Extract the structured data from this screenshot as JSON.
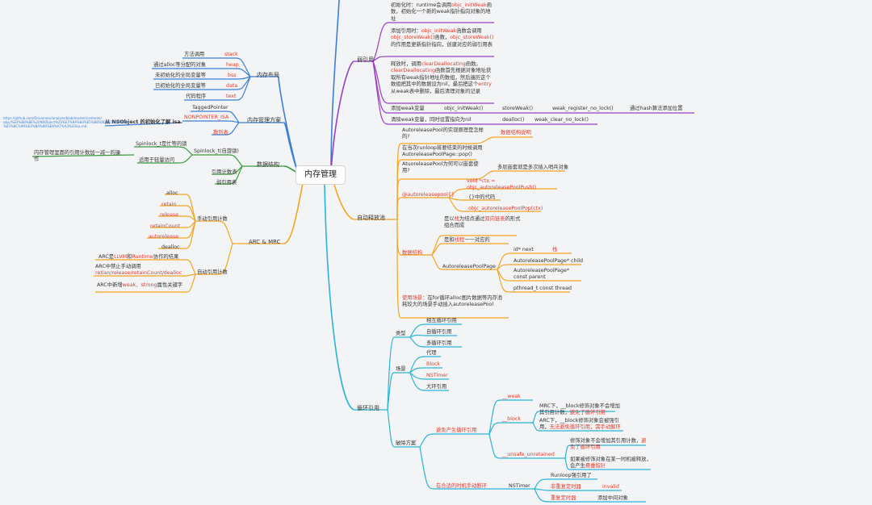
{
  "colors": {
    "purple": "#9b3fc4",
    "orange": "#f2a521",
    "cyan": "#2bb3d6",
    "blue": "#3c7fd4",
    "green": "#3b9a3d",
    "red": "#e23c2c",
    "root_border": "#d6d6d6"
  },
  "root": "内存管理",
  "left": {
    "layout": {
      "label": "内存布局",
      "items": [
        {
          "desc": "方法调用",
          "name": "stack"
        },
        {
          "desc": "通过alloc等分配的对象",
          "name": "heap"
        },
        {
          "desc": "未初始化的全局变量等",
          "name": "bss"
        },
        {
          "desc": "已初始化的全局变量等",
          "name": "data"
        },
        {
          "desc": "代码程序",
          "name": "text"
        }
      ]
    },
    "scheme": {
      "label": "内存管理方案",
      "tagged": "TaggedPointer",
      "nonpointer": "NONPOINTER_ISA",
      "hash": "散列表",
      "isa_note": "从 NSObject 的初始化了解 isa",
      "isa_link_lines": [
        "https://github.com/Draveness/analyze/blob/master/contents/",
        "objc/%E4%BB%8E%20NSObject%20%E7%9A%84%E5%88%9D%E5%A7%8B",
        "%E5%8C%96%E4%BA%86%E8%A7%A3%20isa.md"
      ]
    },
    "ds": {
      "label": "数据结构",
      "spinlock": "Spinlock_t(自旋锁)",
      "spin_note1": "Spinlock_t是忙等的锁",
      "spin_note2": "适用于轻量访问",
      "refcount": "引用计数表",
      "weak_table": "弱引用表",
      "refnote": "内存管理里面的引用计数加一减一的操作"
    },
    "arc": {
      "label": "ARC & MRC",
      "manual": {
        "label": "手动引用计数",
        "items": [
          "alloc",
          "retain",
          "release",
          "retainCount",
          "autorelease",
          "dealloc"
        ]
      },
      "auto": {
        "label": "自动引用计数",
        "item1_a": "ARC是",
        "item1_r1": "LLVM",
        "item1_b": "和",
        "item1_r2": "Runtime",
        "item1_c": "协作的结果",
        "item2_a": "ARC中禁止手动调用",
        "item2_r": "retian/release/retainCount/dealloc",
        "item3_a": "ARC中新增",
        "item3_r": "weak、strong",
        "item3_b": "属性关键字"
      }
    }
  },
  "right": {
    "weak": {
      "label": "弱引用",
      "n1_a": "初始化时：runtime会调用",
      "n1_r": "objc_initWeak",
      "n1_b": "函数，初始化一个新的weak指针指向对象的地址",
      "n2_a": "添加引用时：",
      "n2_r1": "objc_initWeak",
      "n2_b": "函数会调用",
      "n2_r2": "objc_storeWeak()",
      "n2_c": "函数，",
      "n2_r3": "objc_storeWeak()",
      "n2_d": "的作用是更新指针指向，创建对应的弱引用表",
      "n3_a": "释放时，调用",
      "n3_r1": "clearDeallocating",
      "n3_b": "函数。",
      "n3_r2": "clearDeallocating",
      "n3_c": "函数首先根据对象地址获取所有weak指针地址的数组，然后遍历这个数组把其中的数据设为nil，最后把这个",
      "n3_r3": "entry",
      "n3_d": "从weak表中删除，最后清理对象的记录",
      "row1": [
        "添加weak变量",
        "objc_initWeak()",
        "storeWeak()",
        "weak_register_no_lock()",
        "通过hash算法添加位置"
      ],
      "row2": [
        "清除weak变量，同时设置指向为nil",
        "dealloc()",
        "weak_clear_no_lock()"
      ]
    },
    "auto": {
      "label": "自动释放池",
      "q1": "AutoreleasePool的实现原理是怎样的?",
      "q1_ans": "数据结构说明",
      "q2": "在当次runloop将要结束的时候调用AutoreleasePoolPage::pop()",
      "q3": "AtuoreleasePool为何可以嵌套使用?",
      "q3_ans": "多层嵌套就是多次插入哨兵对象",
      "at": "@autoreleasepool{}",
      "at_items": [
        "void *ctx = objc_autoreleasePoolPush()",
        "{}中的代码",
        "objc_autoreleasePoolPop(ctx)"
      ],
      "ds": "数据结构",
      "ds1_a": "是以",
      "ds1_r1": "栈",
      "ds1_b": "为结点通过",
      "ds1_r2": "双向链表",
      "ds1_c": "的形式组合而成",
      "ds2_a": "是和",
      "ds2_r": "线程",
      "ds2_b": "一一对应的",
      "page": "AutoreleasePoolPage",
      "page_items": [
        "id* next",
        "AutoreleasePoolPage* child",
        "AutoreleasePoolPage* const parent",
        "pthread_t const thread"
      ],
      "stack": "栈",
      "usage_r": "使用场景：",
      "usage": "在for循环alloc图片数据等内存消耗较大的场景手动插入autoreleasePool"
    },
    "cycle": {
      "label": "循环引用",
      "type": "类型",
      "types": [
        "相互循环引用",
        "自循环引用",
        "多循环引用"
      ],
      "scene": "场景",
      "scenes": [
        "代理",
        "Block",
        "NSTimer",
        "大环引用"
      ],
      "solution": "破除方案",
      "avoid": "避免产生循环引用",
      "weak_kw": "__weak",
      "block_kw": "__block",
      "block_n1_a": "MRC下，__block修饰对象不会增加其引用计数，",
      "block_n1_r": "避免了循环引用",
      "block_n2_a": "ARC下，__block修饰对象会被强引用，",
      "block_n2_r": "无法避免循环引用，需手动解环",
      "unsafe_kw": "__unsafe_unretained",
      "unsafe_n1_a": "修饰对象不会增加其引用计数，",
      "unsafe_n1_r": "避免了循环引用",
      "unsafe_n2_a": "如果被修饰对象在某一时机被释放，会产生",
      "unsafe_n2_r": "悬垂指针",
      "manual": "在合适的时机手动断环",
      "nstimer": "NSTimer",
      "t1": "Runloop强引用了",
      "t2": "非重复定时器",
      "t2b": "invalid",
      "t3": "重复定时器",
      "t3b": "添加中间对象"
    }
  }
}
